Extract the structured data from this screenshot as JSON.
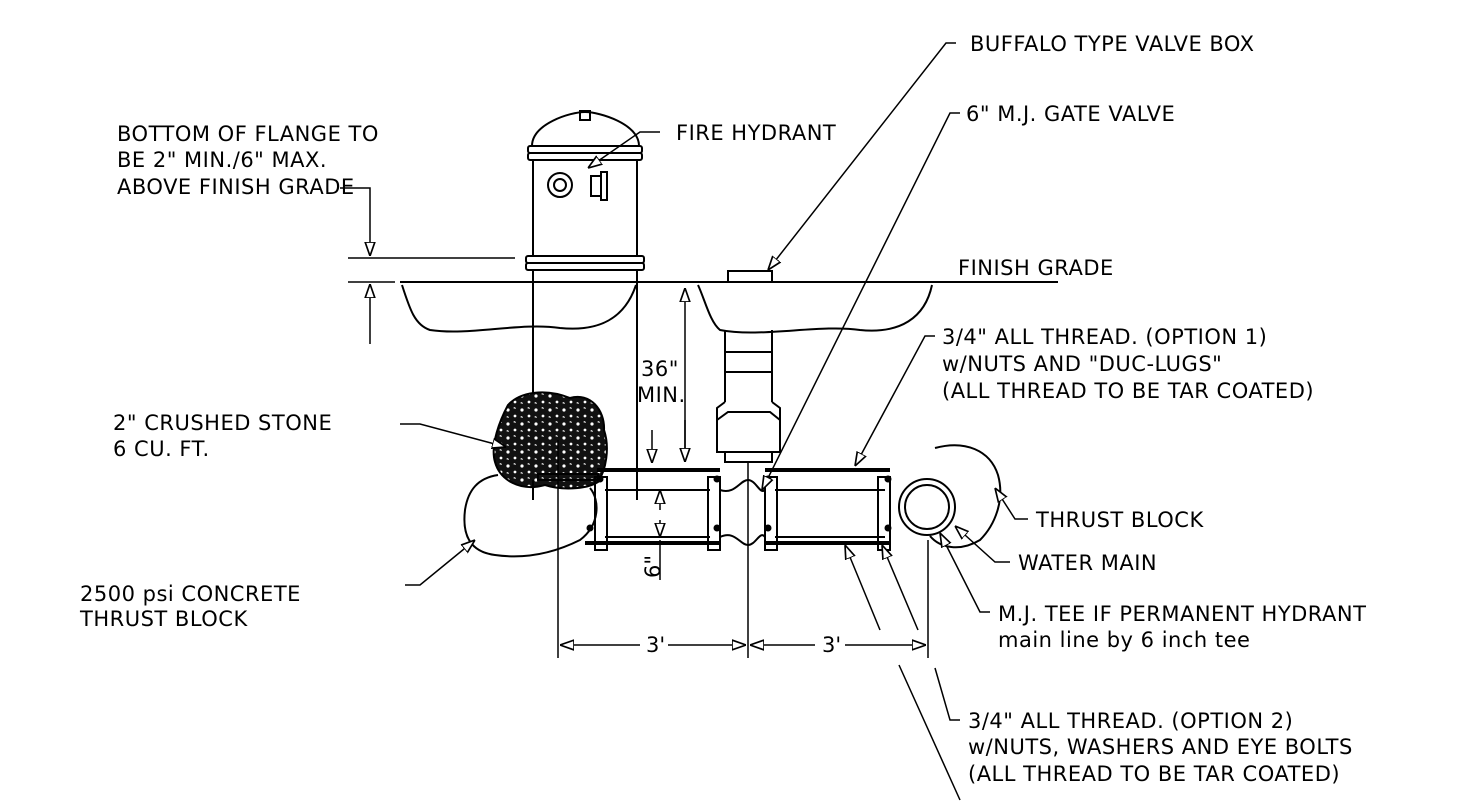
{
  "labels": {
    "valve_box": "BUFFALO TYPE VALVE BOX",
    "fire_hydrant": "FIRE HYDRANT",
    "gate_valve": "6\" M.J. GATE VALVE",
    "flange_note": [
      "BOTTOM OF FLANGE TO",
      "BE 2\" MIN./6\" MAX.",
      "ABOVE FINISH GRADE"
    ],
    "finish_grade": "FINISH GRADE",
    "option1": [
      "3/4\" ALL THREAD. (OPTION 1)",
      "w/NUTS AND \"DUC-LUGS\"",
      "(ALL THREAD TO BE TAR COATED)"
    ],
    "depth": [
      "36\"",
      "MIN."
    ],
    "stone": [
      "2\" CRUSHED STONE",
      "6 CU. FT."
    ],
    "thrust_block_right": "THRUST BLOCK",
    "water_main": "WATER MAIN",
    "six_inch": "6\"",
    "concrete": [
      "2500 psi CONCRETE",
      "THRUST BLOCK"
    ],
    "tee": [
      "M.J. TEE IF PERMANENT HYDRANT",
      "main line by 6 inch tee"
    ],
    "dim_left": "3'",
    "dim_right": "3'",
    "option2": [
      "3/4\" ALL THREAD. (OPTION 2)",
      "w/NUTS, WASHERS AND EYE BOLTS",
      "(ALL THREAD TO BE TAR COATED)"
    ]
  }
}
